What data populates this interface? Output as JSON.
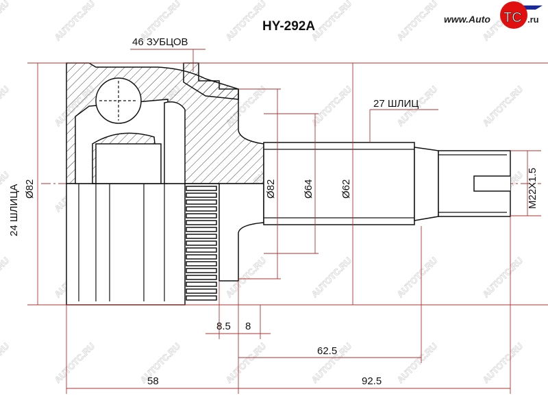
{
  "title": "HY-292A",
  "logo": {
    "prefix": "www.Auto",
    "brand": "TC",
    "suffix": ".ru"
  },
  "watermark": "AUTOTC.RU",
  "labels": {
    "teeth": "46 ЗУБЦОВ",
    "outer_splines": "27 ШЛИЦ",
    "inner_splines": "24 ШЛИЦА",
    "left_dia": "Ø82",
    "dia1": "Ø82",
    "dia2": "Ø64",
    "dia3": "Ø62",
    "thread": "M22X1.5",
    "d_8_5": "8.5",
    "d_8": "8",
    "d_62_5": "62.5",
    "d_58": "58",
    "d_92_5": "92.5"
  },
  "colors": {
    "dimension": "#b03030",
    "outline": "#111111",
    "logo_red": "#e01010",
    "logo_blue": "#1a2a9a"
  }
}
